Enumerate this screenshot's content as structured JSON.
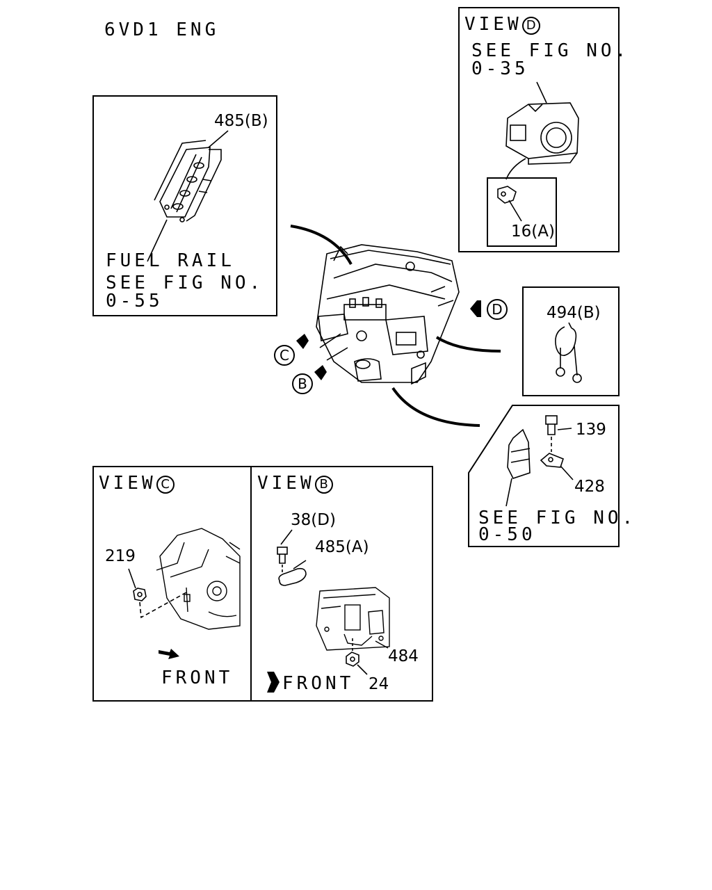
{
  "page_title": "6VD1 ENG",
  "fuel_rail_box": {
    "part_label": "485(B)",
    "caption_line1": "FUEL RAIL",
    "caption_line2": "SEE FIG NO.",
    "caption_line3": "0-55"
  },
  "view_d_box": {
    "view_word": "VIEW",
    "view_letter": "D",
    "see_line1": "SEE FIG NO.",
    "see_line2": "0-35",
    "part_label": "16(A)"
  },
  "clip_box": {
    "part_label": "494(B)"
  },
  "sensor_box": {
    "part_bolt": "139",
    "part_bracket": "428",
    "see_line1": "SEE FIG NO.",
    "see_line2": "0-50"
  },
  "main_callouts": {
    "c": "C",
    "b": "B",
    "d": "D"
  },
  "view_c_box": {
    "view_word": "VIEW",
    "view_letter": "C",
    "part_nut": "219",
    "front_label": "FRONT"
  },
  "view_b_box": {
    "view_word": "VIEW",
    "view_letter": "B",
    "part_bolt": "38(D)",
    "part_clip": "485(A)",
    "part_pipe": "484",
    "part_nut": "24",
    "front_label": "FRONT"
  }
}
